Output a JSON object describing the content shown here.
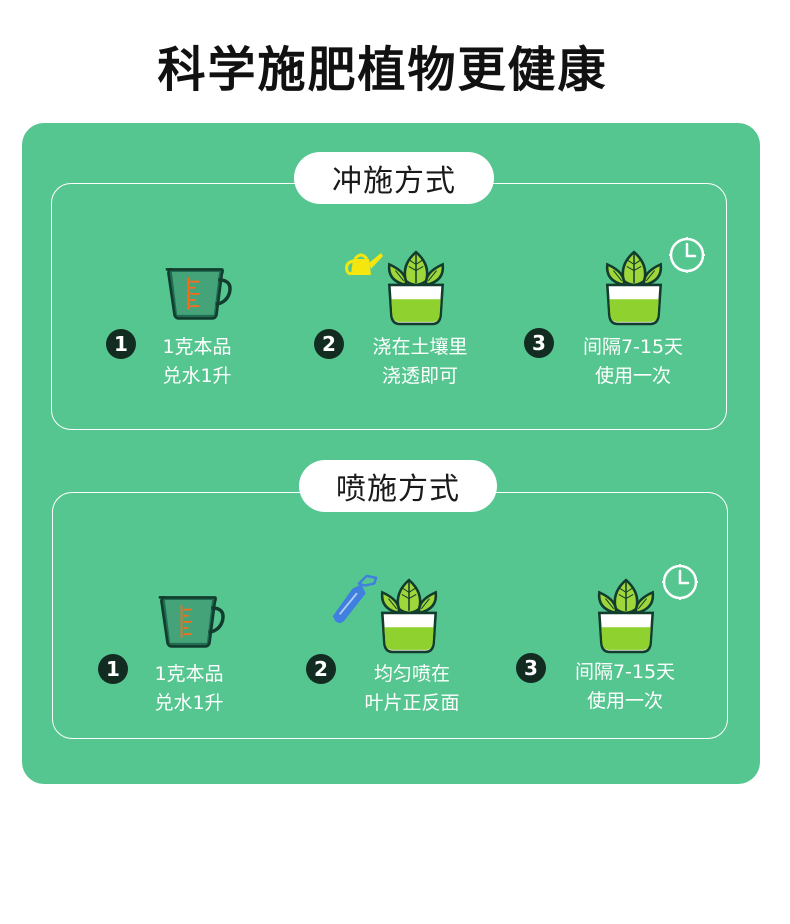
{
  "title": "科学施肥植物更健康",
  "colors": {
    "panel": "#56c690",
    "badge": "#122c22",
    "pot_soil": "#8fd12e",
    "leaf": "#9fd639",
    "accent_yellow": "#f5e60d",
    "sprayer_blue": "#3f7fe0"
  },
  "sections": [
    {
      "heading": "冲施方式",
      "steps": [
        {
          "number": "1",
          "line1": "1克本品",
          "line2": "兑水1升",
          "icon": "measuring-cup-icon"
        },
        {
          "number": "2",
          "line1": "浇在土壤里",
          "line2": "浇透即可",
          "icon": "watering-can-plant-icon"
        },
        {
          "number": "3",
          "line1": "间隔7-15天",
          "line2": "使用一次",
          "icon": "clock-plant-icon"
        }
      ]
    },
    {
      "heading": "喷施方式",
      "steps": [
        {
          "number": "1",
          "line1": "1克本品",
          "line2": "兑水1升",
          "icon": "measuring-cup-icon"
        },
        {
          "number": "2",
          "line1": "均匀喷在",
          "line2": "叶片正反面",
          "icon": "spray-bottle-plant-icon"
        },
        {
          "number": "3",
          "line1": "间隔7-15天",
          "line2": "使用一次",
          "icon": "clock-plant-icon"
        }
      ]
    }
  ]
}
